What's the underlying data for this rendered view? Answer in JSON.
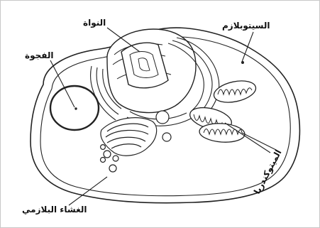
{
  "labels": {
    "nucleus": "النواة",
    "cytoplasm": "السيتوبلازم",
    "vacuole": "الفجوة",
    "mitochondria": "الميتوكندريا",
    "plasma_membrane": "الغشاء البلازمي"
  },
  "colors": {
    "line": "#222222",
    "background": "#ffffff"
  }
}
